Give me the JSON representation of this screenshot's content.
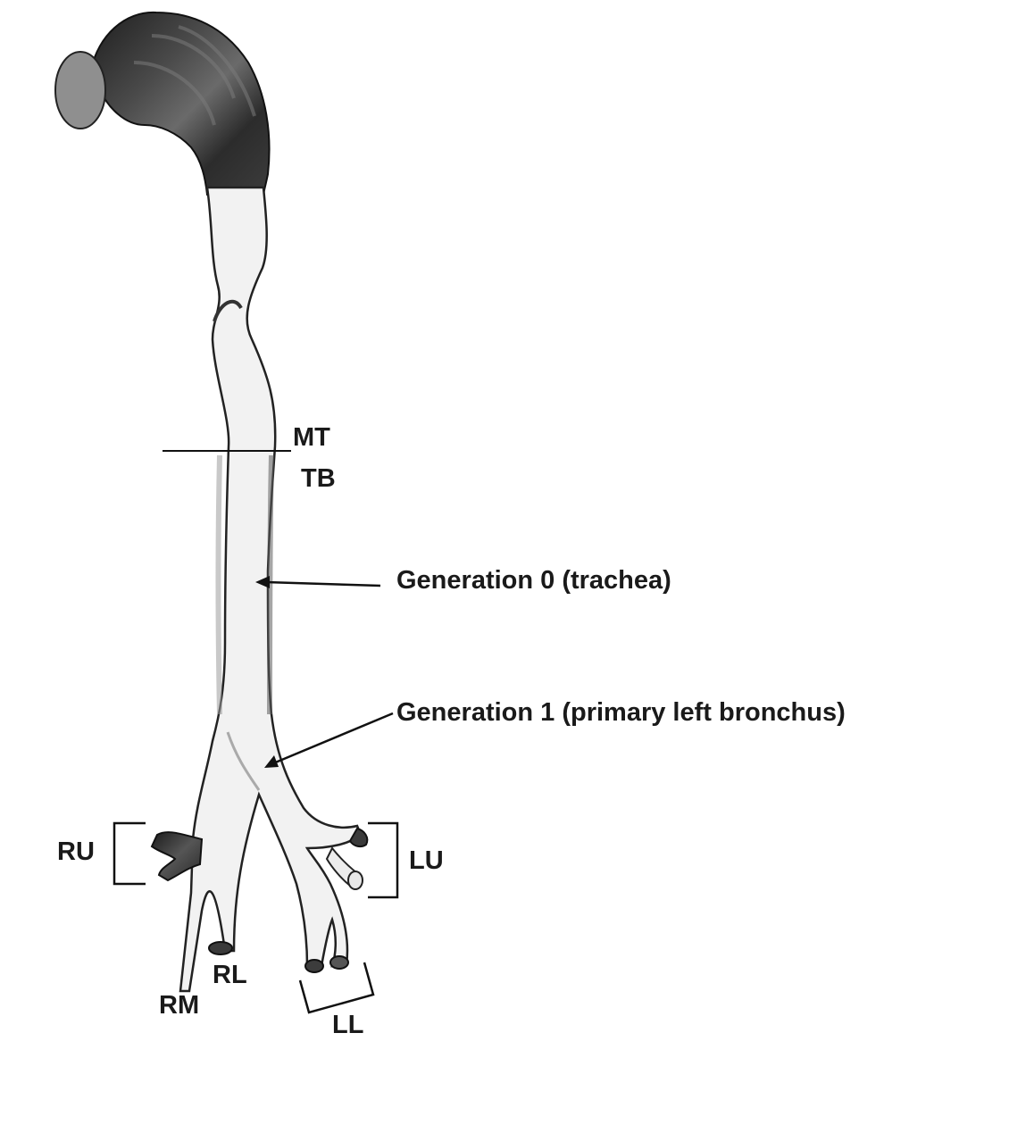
{
  "labels": {
    "mt": "MT",
    "tb": "TB",
    "generation0": "Generation 0 (trachea)",
    "generation1": "Generation 1 (primary left bronchus)",
    "ru": "RU",
    "lu": "LU",
    "rl": "RL",
    "rm": "RM",
    "ll": "LL"
  },
  "colors": {
    "background": "#ffffff",
    "airway_light": "#f4f4f4",
    "airway_shadow": "#3a3a3a",
    "mouth_dark": "#2a2a2a",
    "mouth_face": "#8c8c8c",
    "text": "#1a1a1a"
  }
}
